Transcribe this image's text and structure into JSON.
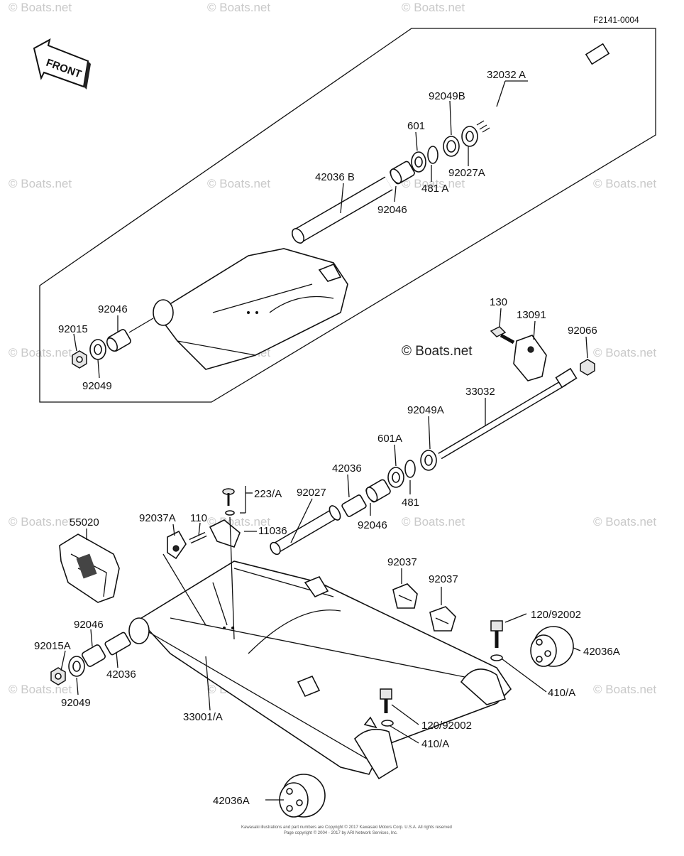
{
  "diagram_id": "F2141-0004",
  "front_label": "FRONT",
  "watermark": "© Boats.net",
  "footer_line1": "Kawasaki illustrations and part numbers are Copyright © 2017 Kawasaki Motors Corp. U.S.A. All rights reserved",
  "footer_line2": "Page copyright © 2004 - 2017 by ARI Network Services, Inc.",
  "labels": {
    "p32032a": "32032 A",
    "p92049b": "92049B",
    "p601": "601",
    "p92027a": "92027A",
    "p481a": "481 A",
    "p42036b": "42036 B",
    "p92046_top": "92046",
    "p92046_inset": "92046",
    "p92015": "92015",
    "p92049_inset": "92049",
    "p130": "130",
    "p13091": "13091",
    "p92066": "92066",
    "p33032": "33032",
    "p92049a": "92049A",
    "p601a": "601A",
    "p42036": "42036",
    "p481": "481",
    "p92046_mid": "92046",
    "p110": "110",
    "p223a": "223/A",
    "p92027": "92027",
    "p11036": "11036",
    "p92037a": "92037A",
    "p55020": "55020",
    "p92037_1": "92037",
    "p92037_2": "92037",
    "p120_92002_top": "120/92002",
    "p42036a_right": "42036A",
    "p410a_right": "410/A",
    "p92046_left": "92046",
    "p92015a": "92015A",
    "p42036_left": "42036",
    "p92049_left": "92049",
    "p33001a": "33001/A",
    "p120_92002_bot": "120/92002",
    "p410a_bot": "410/A",
    "p42036a_bot": "42036A"
  }
}
